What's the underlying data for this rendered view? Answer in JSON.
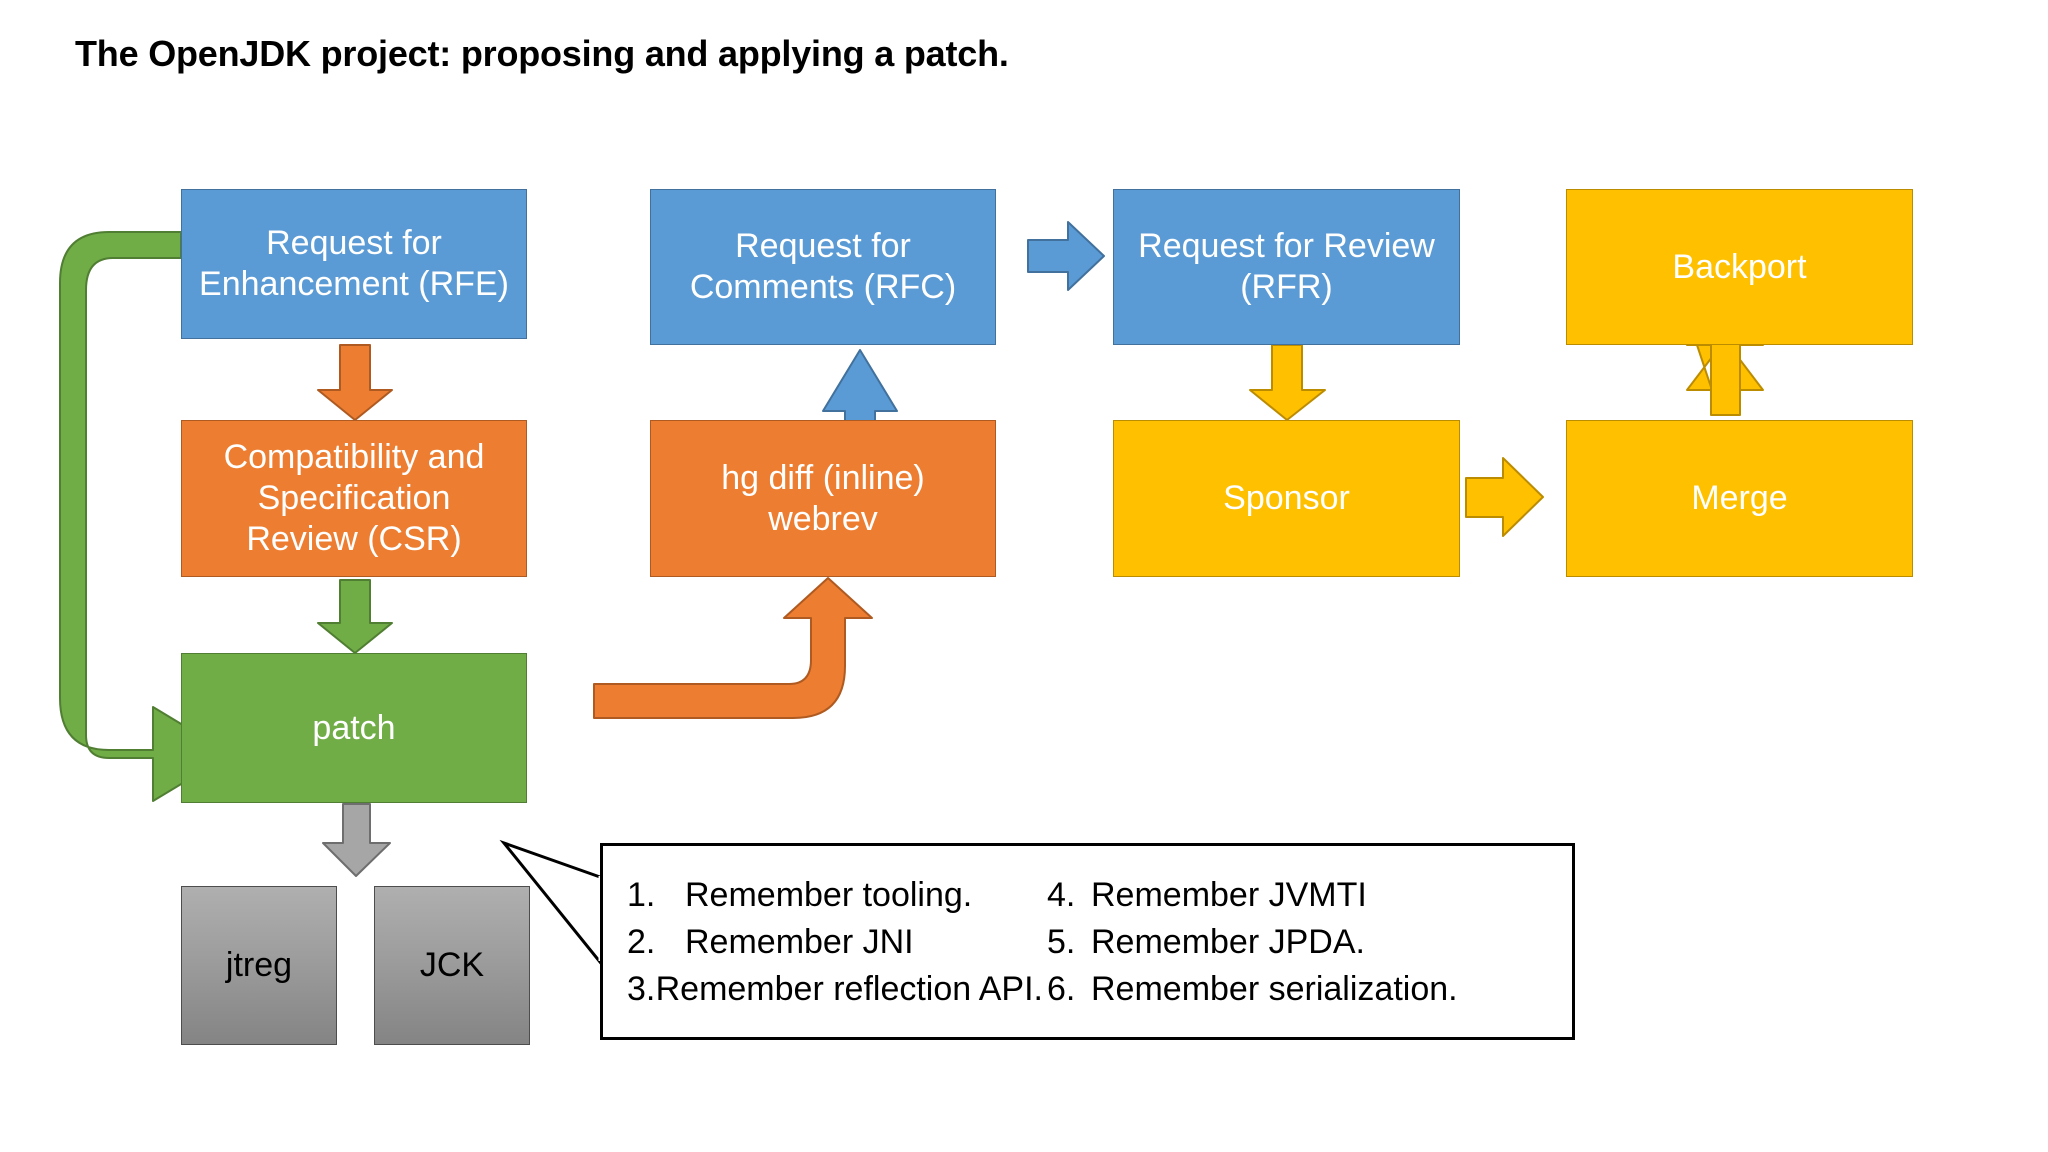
{
  "slide": {
    "title": "The OpenJDK project: proposing and applying a patch."
  },
  "palette": {
    "blue": "#5B9BD5",
    "orange": "#ED7D31",
    "green": "#70AD47",
    "gold": "#FFC000",
    "grey": "#9D9D9D",
    "text_on_fill": "#FFFFFF",
    "outline": "#000000"
  },
  "nodes": {
    "rfe": "Request for\nEnhancement (RFE)",
    "rfe_line1": "Request for",
    "rfe_line2": "Enhancement (RFE)",
    "csr_line1": "Compatibility and",
    "csr_line2": "Specification",
    "csr_line3": "Review (CSR)",
    "patch": "patch",
    "jtreg": "jtreg",
    "jck": "JCK",
    "rfc_line1": "Request for",
    "rfc_line2": "Comments (RFC)",
    "hgdiff_line1": "hg diff (inline)",
    "hgdiff_line2": "webrev",
    "rfr_line1": "Request for Review",
    "rfr_line2": "(RFR)",
    "sponsor": "Sponsor",
    "backport": "Backport",
    "merge": "Merge"
  },
  "connectors": [
    {
      "name": "rfe-to-csr",
      "color": "#ED7D31",
      "direction": "down"
    },
    {
      "name": "csr-to-patch",
      "color": "#70AD47",
      "direction": "down"
    },
    {
      "name": "patch-to-tests",
      "color": "#9D9D9D",
      "direction": "down"
    },
    {
      "name": "rfe-loop-to-patch",
      "color": "#70AD47",
      "direction": "left-u-turn"
    },
    {
      "name": "patch-to-hgdiff",
      "color": "#ED7D31",
      "direction": "right-then-up"
    },
    {
      "name": "hgdiff-to-rfc",
      "color": "#5B9BD5",
      "direction": "up"
    },
    {
      "name": "rfc-to-rfr",
      "color": "#5B9BD5",
      "direction": "right"
    },
    {
      "name": "rfr-to-sponsor",
      "color": "#FFC000",
      "direction": "down"
    },
    {
      "name": "sponsor-to-merge",
      "color": "#FFC000",
      "direction": "right"
    },
    {
      "name": "merge-to-backport",
      "color": "#FFC000",
      "direction": "up"
    }
  ],
  "callout": {
    "items_left": [
      {
        "num": "1.",
        "text": "Remember tooling."
      },
      {
        "num": "2.",
        "text": "Remember JNI"
      },
      {
        "num": "3.",
        "text": "Remember reflection API."
      }
    ],
    "items_right": [
      {
        "num": "4.",
        "text": "Remember JVMTI"
      },
      {
        "num": "5.",
        "text": "Remember JPDA."
      },
      {
        "num": "6.",
        "text": "Remember serialization."
      }
    ]
  }
}
